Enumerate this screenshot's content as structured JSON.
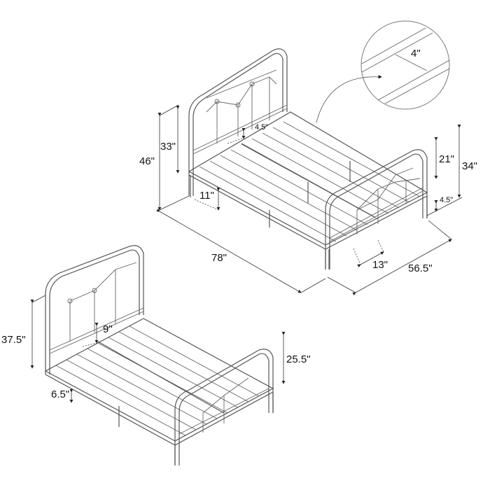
{
  "diagram": {
    "subject": "metal-bed-frame-dimensions",
    "views": [
      {
        "id": "top-view",
        "dimensions": {
          "total_height": "46\"",
          "headboard_height": "33\"",
          "headboard_gap": "4.5\"",
          "under_bed_clearance": "11\"",
          "footboard_total_height": "34\"",
          "footboard_height": "21\"",
          "footboard_gap": "4.5\"",
          "length": "78\"",
          "width": "56.5\"",
          "leg_spacing": "13\""
        }
      },
      {
        "id": "bottom-view",
        "dimensions": {
          "headboard_height": "37.5\"",
          "headboard_gap": "9\"",
          "under_bed_clearance": "6.5\"",
          "footboard_height": "25.5\""
        }
      }
    ],
    "detail_callout": {
      "slat_spacing": "4\""
    }
  }
}
